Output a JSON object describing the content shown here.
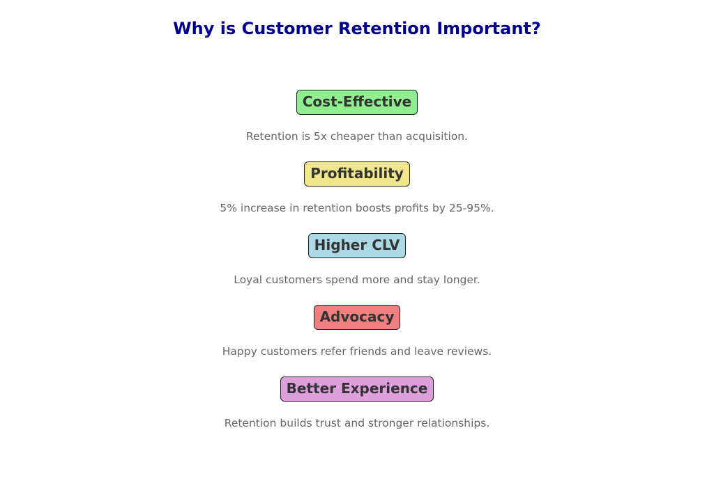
{
  "title": "Why is Customer Retention Important?",
  "colors": {
    "title": "#00008b",
    "badge_text": "#333333",
    "description_text": "#666666"
  },
  "points": [
    {
      "label": "Cost-Effective",
      "description": "Retention is 5x cheaper than acquisition.",
      "color": "#90ee90"
    },
    {
      "label": "Profitability",
      "description": "5% increase in retention boosts profits by 25-95%.",
      "color": "#f0e68c"
    },
    {
      "label": "Higher CLV",
      "description": "Loyal customers spend more and stay longer.",
      "color": "#add8e6"
    },
    {
      "label": "Advocacy",
      "description": "Happy customers refer friends and leave reviews.",
      "color": "#f08080"
    },
    {
      "label": "Better Experience",
      "description": "Retention builds trust and stronger relationships.",
      "color": "#dda0dd"
    }
  ]
}
